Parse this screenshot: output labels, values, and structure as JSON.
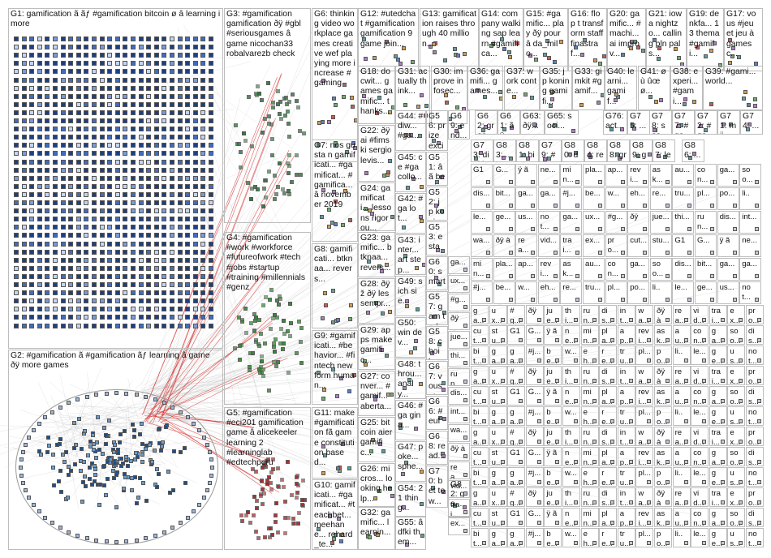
{
  "canvas": {
    "background": "#ffffff",
    "edge_color": "#bcbcbc",
    "highlight_edge_color": "#d42a2a"
  },
  "groups": [
    {
      "id": "G1",
      "label": "G1: gamification ã ãƒ #gamification bitcoin ø â learning i more",
      "color": "#3a5fa8"
    },
    {
      "id": "G2",
      "label": "G2: #gamification ã #gamification ãƒ learning â game ðÿ more games",
      "color": "#2a5e9a"
    },
    {
      "id": "G3",
      "label": "G3: #gamification gamification ðÿ #gbl #seriousgames â game nicochan33 robalvarezb check",
      "color": "#2f7a3d"
    },
    {
      "id": "G4",
      "label": "G4: #gamification #work #workforce #futureofwork #tech #jobs #startup #training #millennials #genz",
      "color": "#2f8a2f"
    },
    {
      "id": "G5",
      "label": "G5: #gamification #eci201 gamification game â alicekeeler learning 2 #learninglab #edtechperu",
      "color": "#a82020"
    },
    {
      "id": "G6",
      "label": "G6: thinking video workplace games creative wef playing more increase #gaming",
      "color": "#7a7a7a"
    },
    {
      "id": "G7",
      "label": "G7: nos gusta n gamificati... #gamificat... #gamifica... â november 2019",
      "color": "#888888"
    },
    {
      "id": "G8",
      "label": "G8: gamificati... btknaa... revers...",
      "color": "#888888"
    },
    {
      "id": "G9",
      "label": "G9: #gamificati... #behavior... #fintech new form human...",
      "color": "#888888"
    },
    {
      "id": "G10",
      "label": "G10: gamificati... #gamificat... #teachbet... meehane... rehard_te...",
      "color": "#888888"
    },
    {
      "id": "G11",
      "label": "G11: make #gamification fã game constitution based...",
      "color": "#888888"
    },
    {
      "id": "G12",
      "label": "G12: #utedchat #gamification gamification 9 game join...",
      "color": "#888888"
    },
    {
      "id": "G13",
      "label": "G13: gamification raises through 40 million...",
      "color": "#888888"
    },
    {
      "id": "G14",
      "label": "G14: company walking sap learn #gamifica...",
      "color": "#888888"
    },
    {
      "id": "G15",
      "label": "G15: #gamific... play ðÿ pour â da_milo...",
      "color": "#888888"
    },
    {
      "id": "G16",
      "label": "G16: flop t transform staff finastraf...",
      "color": "#888888"
    },
    {
      "id": "G17",
      "label": "G17: vous #jeu et jeu à gamesc...",
      "color": "#888888"
    },
    {
      "id": "G18",
      "label": "G18: docwit... games gamific... thanks...",
      "color": "#888888"
    },
    {
      "id": "G19",
      "label": "G19: denkfa... 13 thema #gamifi...",
      "color": "#888888"
    },
    {
      "id": "G20",
      "label": "G20: gamific... #machi... ai improv...",
      "color": "#888888"
    },
    {
      "id": "G21",
      "label": "G21: iowa nightzo... calling pln pals...",
      "color": "#888888"
    },
    {
      "id": "G22",
      "label": "G22: ðÿ ai #fimski sergio levis...",
      "color": "#888888"
    },
    {
      "id": "G23",
      "label": "G23: gamific... btknaa... revers...",
      "color": "#888888"
    },
    {
      "id": "G24",
      "label": "G24: gamificati... lessons rigorou...",
      "color": "#888888"
    },
    {
      "id": "G25",
      "label": "G25: bitcoin aier gamific...",
      "color": "#888888"
    },
    {
      "id": "G26",
      "label": "G26: micros... looking help...",
      "color": "#888888"
    },
    {
      "id": "G27",
      "label": "G27: conver... #gamif... aberta...",
      "color": "#888888"
    },
    {
      "id": "G28",
      "label": "G28: ðÿž ðÿ les sempr...",
      "color": "#888888"
    },
    {
      "id": "G29",
      "label": "G29: apps make gamific...",
      "color": "#888888"
    },
    {
      "id": "G30",
      "label": "G30: improve infosec...",
      "color": "#888888"
    },
    {
      "id": "G31",
      "label": "G31: actually think...",
      "color": "#888888"
    },
    {
      "id": "G32",
      "label": "G32: gamific... learnin...",
      "color": "#888888"
    },
    {
      "id": "G33",
      "label": "G33: gimkit #gamif...",
      "color": "#888888"
    },
    {
      "id": "G35",
      "label": "G35: j p koning gamifi...",
      "color": "#888888"
    },
    {
      "id": "G36",
      "label": "G36: gamifi... games...",
      "color": "#888888"
    },
    {
      "id": "G37",
      "label": "G37: work conte...",
      "color": "#888888"
    },
    {
      "id": "G38",
      "label": "G38: experi... #gami...",
      "color": "#888888"
    },
    {
      "id": "G39",
      "label": "G39: #gami... world...",
      "color": "#888888"
    },
    {
      "id": "G40",
      "label": "G40: learni... gamif...",
      "color": "#888888"
    },
    {
      "id": "G41",
      "label": "G41: ø ù ûœø...",
      "color": "#888888"
    },
    {
      "id": "G42",
      "label": "G42: #ga lot...",
      "color": "#888888"
    },
    {
      "id": "G43",
      "label": "G43: inter... art step...",
      "color": "#888888"
    },
    {
      "id": "G44",
      "label": "G44: #diw... #ga...",
      "color": "#888888"
    },
    {
      "id": "G45",
      "label": "G45: ce #ga collo...",
      "color": "#888888"
    },
    {
      "id": "G46",
      "label": "G46: #ga gina...",
      "color": "#888888"
    },
    {
      "id": "G47",
      "label": "G47: poke... sphe...",
      "color": "#888888"
    },
    {
      "id": "G48",
      "label": "G48: throu... analy...",
      "color": "#888888"
    },
    {
      "id": "G49",
      "label": "G49: sich sie...",
      "color": "#888888"
    },
    {
      "id": "G50",
      "label": "G50: win dev...",
      "color": "#888888"
    },
    {
      "id": "G51",
      "label": "G51: â ã bewi...",
      "color": "#888888"
    },
    {
      "id": "G52",
      "label": "G52: j p koni...",
      "color": "#888888"
    },
    {
      "id": "G53",
      "label": "G53: e stag...",
      "color": "#888888"
    },
    {
      "id": "G54",
      "label": "G54: 21 thing...",
      "color": "#888888"
    },
    {
      "id": "G55",
      "label": "G55: â dfki them...",
      "color": "#888888"
    },
    {
      "id": "G56",
      "label": "G56: prize excit...",
      "color": "#888888"
    },
    {
      "id": "G57",
      "label": "G57: gam toda...",
      "color": "#888888"
    },
    {
      "id": "G58",
      "label": "G58: choi boar...",
      "color": "#888888"
    },
    {
      "id": "G60",
      "label": "G60: smart sc...",
      "color": "#888888"
    },
    {
      "id": "G61",
      "label": "G61: ãÿ...",
      "color": "#888888"
    },
    {
      "id": "G62",
      "label": "G62: grea...",
      "color": "#888888"
    },
    {
      "id": "G63",
      "label": "G63: ðÿ...",
      "color": "#888888"
    },
    {
      "id": "G65",
      "label": "G65: soci...",
      "color": "#888888"
    },
    {
      "id": "G66",
      "label": "G66: #euf cord...",
      "color": "#888888"
    },
    {
      "id": "G67",
      "label": "G67: vous et...",
      "color": "#888888"
    },
    {
      "id": "G68",
      "label": "G68: read...",
      "color": "#888888"
    },
    {
      "id": "G69",
      "label": "G69: end...",
      "color": "#888888"
    },
    {
      "id": "G70",
      "label": "G70: bet tow...",
      "color": "#888888"
    },
    {
      "id": "G71",
      "label": "G71: mji...",
      "color": "#888888"
    },
    {
      "id": "G72",
      "label": "G72: #ga...",
      "color": "#888888"
    },
    {
      "id": "G73",
      "label": "G73: digi hrc...",
      "color": "#888888"
    },
    {
      "id": "G74",
      "label": "G74: ...",
      "color": "#888888"
    },
    {
      "id": "G75",
      "label": "G75: ...",
      "color": "#888888"
    },
    {
      "id": "G76",
      "label": "G76: act...",
      "color": "#888888"
    },
    {
      "id": "G77",
      "label": "G77: #ga...",
      "color": "#888888"
    },
    {
      "id": "G78",
      "label": "G78: ses...",
      "color": "#888888"
    },
    {
      "id": "G79",
      "label": "G79: #ga...",
      "color": "#888888"
    },
    {
      "id": "G80",
      "label": "G80: due...",
      "color": "#888888"
    },
    {
      "id": "G81",
      "label": "G81: bitc...",
      "color": "#888888"
    },
    {
      "id": "G82",
      "label": "G82: ga...",
      "color": "#888888"
    },
    {
      "id": "G83",
      "label": "G83: ...",
      "color": "#888888"
    },
    {
      "id": "G84",
      "label": "G84: res...",
      "color": "#888888"
    },
    {
      "id": "G86",
      "label": "G86: ...",
      "color": "#888888"
    },
    {
      "id": "G87",
      "label": "G87: let's...",
      "color": "#888888"
    },
    {
      "id": "G88",
      "label": "G88: gre...",
      "color": "#888888"
    },
    {
      "id": "G89",
      "label": "G89: ga...",
      "color": "#888888"
    }
  ],
  "small_cell_labels": [
    "G1",
    "G...",
    "ÿ ã",
    "ne...",
    "min...",
    "pla...",
    "ap...",
    "revi...",
    "ask...",
    "au...",
    "con...",
    "ga...",
    "soo...",
    "dis...",
    "bit...",
    "ga...",
    "ga...",
    "#j...",
    "be...",
    "w...",
    "eh...",
    "re...",
    "tru...",
    "pl...",
    "po...",
    "li..",
    "le...",
    "ge...",
    "us...",
    "not...",
    "ga...",
    "ux...",
    "#g...",
    "ðÿ",
    "jue...",
    "thi...",
    "run...",
    "dis...",
    "int...",
    "wa...",
    "ðÿ à",
    "rea...",
    "vid...",
    "trai...",
    "ex...",
    "pro...",
    "cut...",
    "stu..."
  ]
}
